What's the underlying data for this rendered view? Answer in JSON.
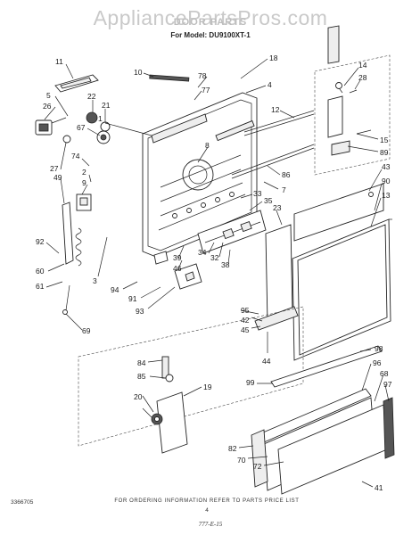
{
  "header": {
    "watermark": "AppliancePartsPros.com",
    "title": "DOOR PARTS",
    "model_line": "For Model: DU9100XT-1"
  },
  "callouts": [
    {
      "id": "c1",
      "label": "11"
    },
    {
      "id": "c2",
      "label": "10"
    },
    {
      "id": "c3",
      "label": "78"
    },
    {
      "id": "c4",
      "label": "77"
    },
    {
      "id": "c5",
      "label": "18"
    },
    {
      "id": "c6",
      "label": "4"
    },
    {
      "id": "c7",
      "label": "14"
    },
    {
      "id": "c8",
      "label": "28"
    },
    {
      "id": "c9",
      "label": "5"
    },
    {
      "id": "c10",
      "label": "26"
    },
    {
      "id": "c11",
      "label": "22"
    },
    {
      "id": "c12",
      "label": "21"
    },
    {
      "id": "c13",
      "label": "12"
    },
    {
      "id": "c14",
      "label": "1"
    },
    {
      "id": "c15",
      "label": "67"
    },
    {
      "id": "c16",
      "label": "8"
    },
    {
      "id": "c17",
      "label": "74"
    },
    {
      "id": "c18",
      "label": "27"
    },
    {
      "id": "c19",
      "label": "2"
    },
    {
      "id": "c20",
      "label": "49"
    },
    {
      "id": "c21",
      "label": "9"
    },
    {
      "id": "c22",
      "label": "15"
    },
    {
      "id": "c23",
      "label": "89"
    },
    {
      "id": "c24",
      "label": "43"
    },
    {
      "id": "c25",
      "label": "90"
    },
    {
      "id": "c26",
      "label": "13"
    },
    {
      "id": "c27",
      "label": "86"
    },
    {
      "id": "c28",
      "label": "7"
    },
    {
      "id": "c29",
      "label": "33"
    },
    {
      "id": "c30",
      "label": "35"
    },
    {
      "id": "c31",
      "label": "23"
    },
    {
      "id": "c32",
      "label": "92"
    },
    {
      "id": "c33",
      "label": "60"
    },
    {
      "id": "c34",
      "label": "61"
    },
    {
      "id": "c35",
      "label": "3"
    },
    {
      "id": "c36",
      "label": "39"
    },
    {
      "id": "c37",
      "label": "46"
    },
    {
      "id": "c38",
      "label": "34"
    },
    {
      "id": "c39",
      "label": "32"
    },
    {
      "id": "c40",
      "label": "38"
    },
    {
      "id": "c41",
      "label": "94"
    },
    {
      "id": "c42",
      "label": "91"
    },
    {
      "id": "c43",
      "label": "93"
    },
    {
      "id": "c44",
      "label": "69"
    },
    {
      "id": "c45",
      "label": "95"
    },
    {
      "id": "c46",
      "label": "42"
    },
    {
      "id": "c47",
      "label": "45"
    },
    {
      "id": "c48",
      "label": "44"
    },
    {
      "id": "c49",
      "label": "84"
    },
    {
      "id": "c50",
      "label": "85"
    },
    {
      "id": "c51",
      "label": "19"
    },
    {
      "id": "c52",
      "label": "20"
    },
    {
      "id": "c53",
      "label": "98"
    },
    {
      "id": "c54",
      "label": "99"
    },
    {
      "id": "c55",
      "label": "96"
    },
    {
      "id": "c56",
      "label": "68"
    },
    {
      "id": "c57",
      "label": "97"
    },
    {
      "id": "c58",
      "label": "82"
    },
    {
      "id": "c59",
      "label": "70"
    },
    {
      "id": "c60",
      "label": "72"
    },
    {
      "id": "c61",
      "label": "41"
    }
  ],
  "footer": {
    "ordering_note": "FOR ORDERING INFORMATION REFER TO PARTS PRICE LIST",
    "page_number": "4",
    "doc_number": "3366705",
    "signature": "777-E-15"
  }
}
